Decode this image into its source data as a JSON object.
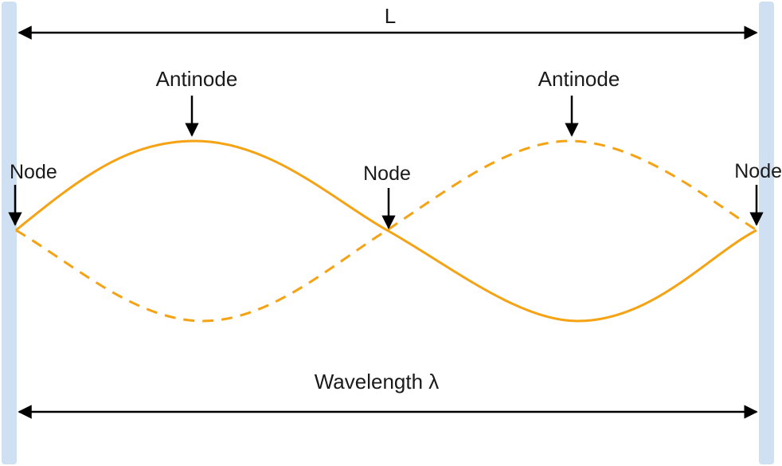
{
  "labels": {
    "length": "L",
    "antinode_left": "Antinode",
    "antinode_right": "Antinode",
    "node_left": "Node",
    "node_middle": "Node",
    "node_right": "Node",
    "wavelength": "Wavelength λ"
  },
  "colors": {
    "wall": "#cfe0f3",
    "wave": "#f5a213",
    "arrow": "#000000"
  }
}
